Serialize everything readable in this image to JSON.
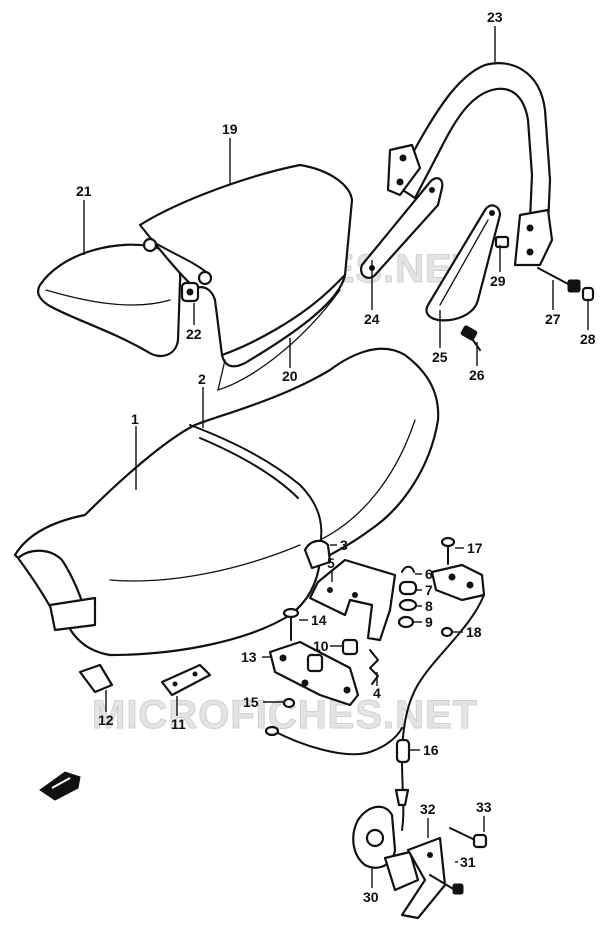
{
  "watermark": {
    "upper": "MICROFICHES.NET",
    "lower": "MICROFICHES.NET"
  },
  "callouts": {
    "c1": "1",
    "c2": "2",
    "c3": "3",
    "c4": "4",
    "c5": "5",
    "c6": "6",
    "c7": "7",
    "c8": "8",
    "c9": "9",
    "c10": "10",
    "c11": "11",
    "c12": "12",
    "c13": "13",
    "c14": "14",
    "c15": "15",
    "c16": "16",
    "c17": "17",
    "c18": "18",
    "c19": "19",
    "c20": "20",
    "c21": "21",
    "c22": "22",
    "c23": "23",
    "c24": "24",
    "c25": "25",
    "c26": "26",
    "c27": "27",
    "c28": "28",
    "c29": "29",
    "c30": "30",
    "c31": "31",
    "c32": "32",
    "c33": "33"
  },
  "colors": {
    "ink": "#111111",
    "paper": "#ffffff",
    "watermark": "#e4e4e4"
  },
  "icons": {
    "front_arrow": "front-arrow-icon"
  }
}
